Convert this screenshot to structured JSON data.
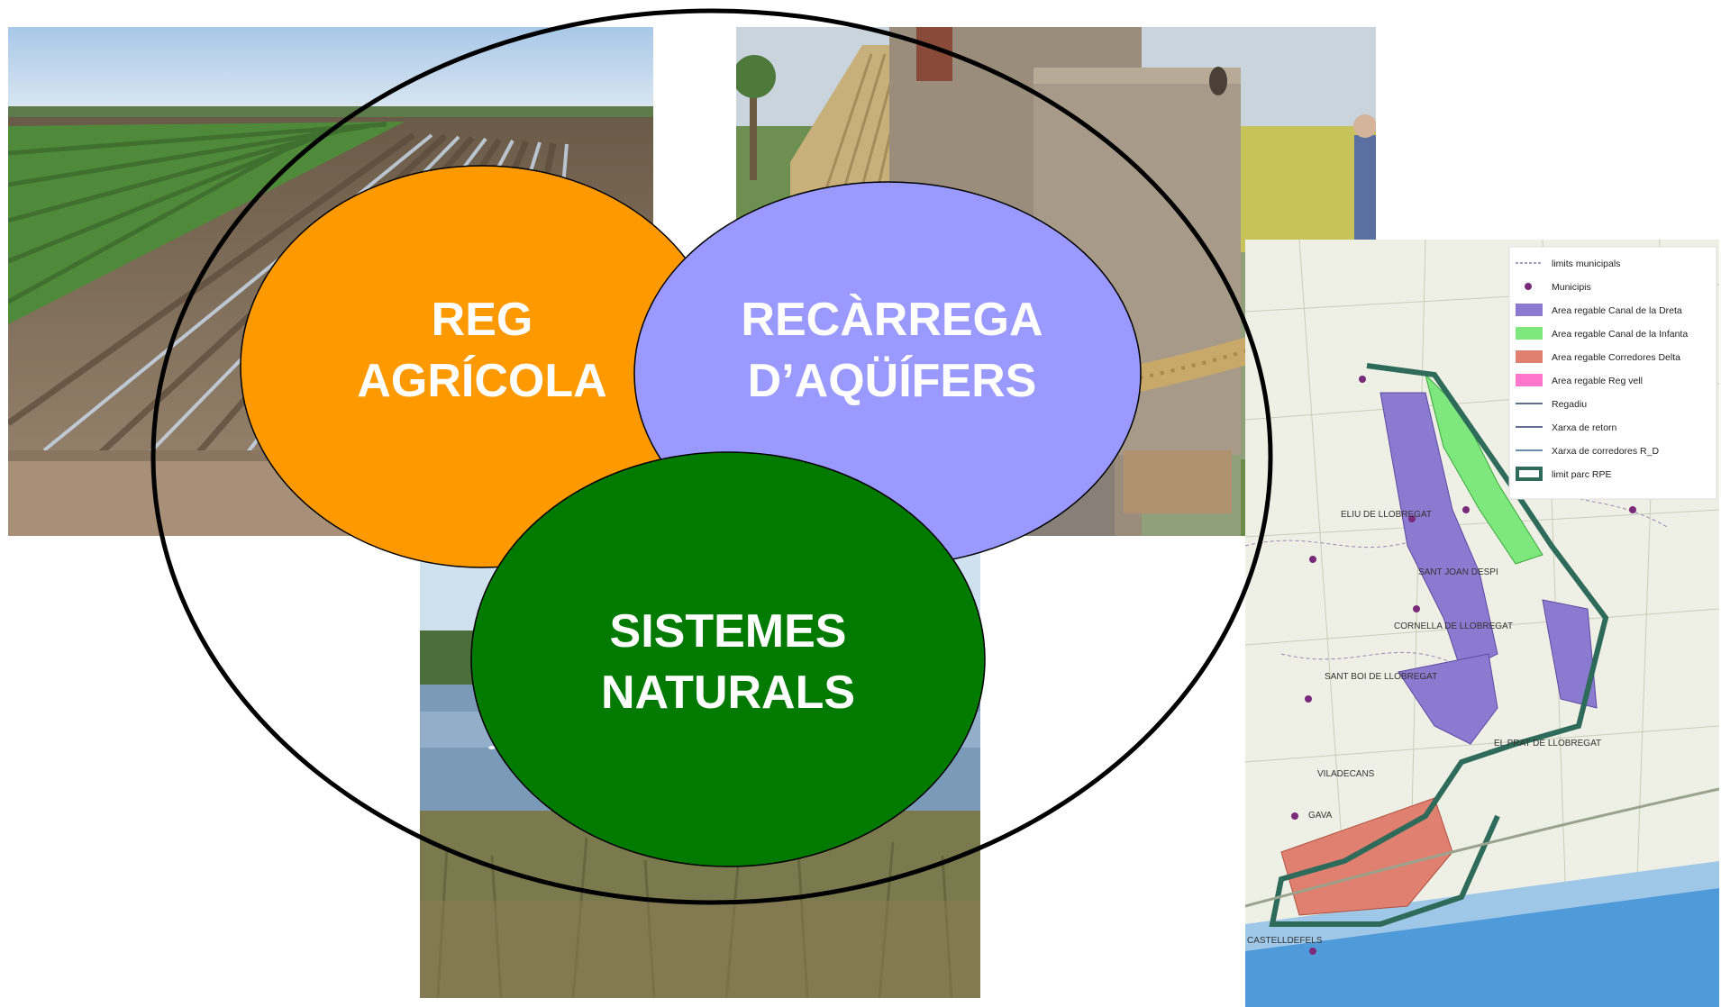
{
  "circles": [
    {
      "id": "reg",
      "lines": [
        "REG",
        "AGRÍCOLA"
      ],
      "color": "#ff9900"
    },
    {
      "id": "recarrega",
      "lines": [
        "RECÀRREGA",
        "D’AQÜÍFERS"
      ],
      "color": "#9999ff"
    },
    {
      "id": "sistemes",
      "lines": [
        "SISTEMES",
        "NATURALS"
      ],
      "color": "#007a00"
    }
  ],
  "map": {
    "legend": [
      {
        "label": "limits municipals",
        "symbol": "dash",
        "color": "#8a7aa0"
      },
      {
        "label": "Municipis",
        "symbol": "dot",
        "color": "#7a2a7a"
      },
      {
        "label": "Area regable Canal de la Dreta",
        "symbol": "box",
        "color": "#8a7ad0"
      },
      {
        "label": "Area regable Canal de la Infanta",
        "symbol": "box",
        "color": "#7ee87e"
      },
      {
        "label": "Area regable Corredores Delta",
        "symbol": "box",
        "color": "#e08070"
      },
      {
        "label": "Area regable Reg vell",
        "symbol": "box",
        "color": "#ff77cc"
      },
      {
        "label": "Regadiu",
        "symbol": "line",
        "color": "#2c3e6a"
      },
      {
        "label": "Xarxa de retorn",
        "symbol": "line",
        "color": "#2c3e6a"
      },
      {
        "label": "Xarxa de corredores R_D",
        "symbol": "line",
        "color": "#3f6a8a"
      },
      {
        "label": "limit parc RPE",
        "symbol": "thickbox",
        "color": "#2f6b5a"
      }
    ],
    "places": [
      {
        "name": "ELIU DE LLOBREGAT"
      },
      {
        "name": "SANT JOAN DESPI"
      },
      {
        "name": "CORNELLA DE LLOBREGAT"
      },
      {
        "name": "SANT BOI DE LLOBREGAT"
      },
      {
        "name": "EL PRAT DE LLOBREGAT"
      },
      {
        "name": "VILADECANS"
      },
      {
        "name": "GAVA"
      },
      {
        "name": "CASTELLDEFELS"
      }
    ]
  }
}
